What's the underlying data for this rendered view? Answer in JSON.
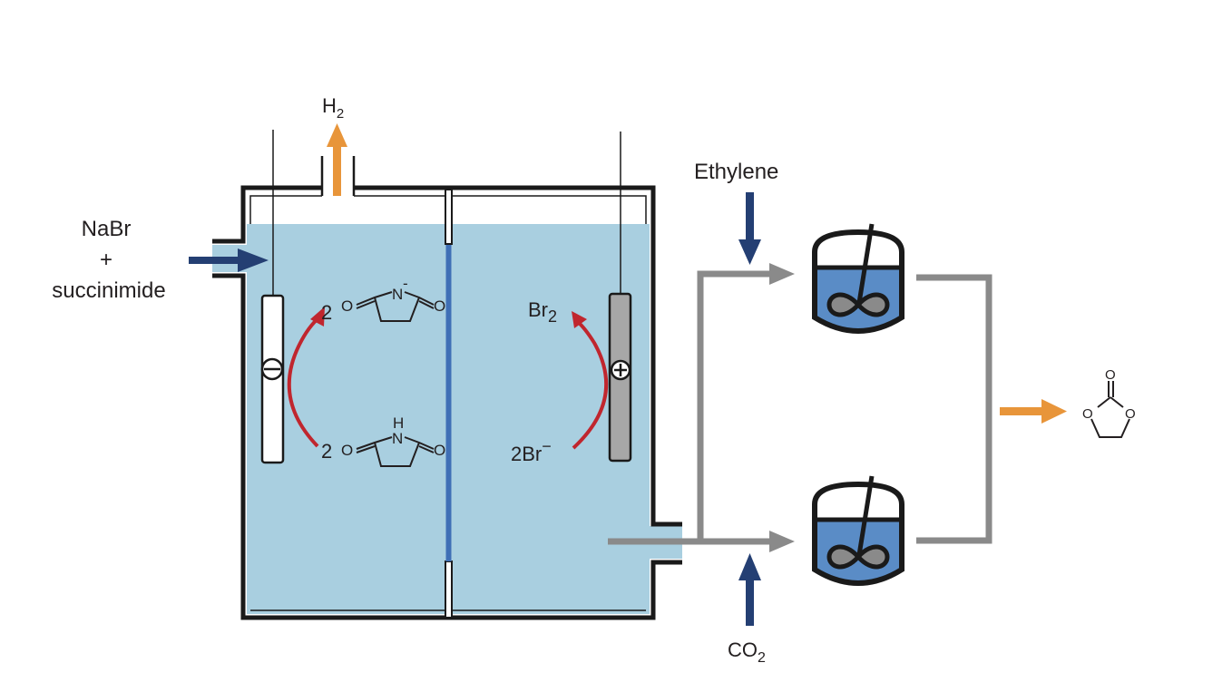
{
  "colors": {
    "electrolyte": "#a9cfe0",
    "membrane": "#3f6fb6",
    "cell_wall": "#1a1a1a",
    "h2_arrow": "#e8953a",
    "product_arrow": "#e8953a",
    "feed_arrow": "#243f73",
    "reaction_arrow": "#c0262e",
    "pipe": "#8a8a8a",
    "reactor_liquid": "#5a8cc6",
    "anode": "#a7a7a7",
    "cathode": "#ffffff"
  },
  "labels": {
    "h2": "H",
    "h2_sub": "2",
    "feed_line1": "NaBr",
    "feed_line2": "+",
    "feed_line3": "succinimide",
    "ethylene": "Ethylene",
    "co2": "CO",
    "co2_sub": "2",
    "br2": "Br",
    "br2_sub": "2",
    "bromide": "2Br",
    "bromide_charge": "−",
    "coef_top": "2",
    "coef_bottom": "2",
    "cathode_sign": "−",
    "anode_sign": "+"
  },
  "molecules": {
    "succinimide_anion": {
      "o_left": "O",
      "n": "N",
      "o_right": "O",
      "charge": "-"
    },
    "succinimide": {
      "o_left": "O",
      "n": "N",
      "h": "H",
      "o_right": "O"
    },
    "ethylene_carbonate": {
      "o_top": "O",
      "o_left": "O",
      "o_right": "O"
    }
  }
}
